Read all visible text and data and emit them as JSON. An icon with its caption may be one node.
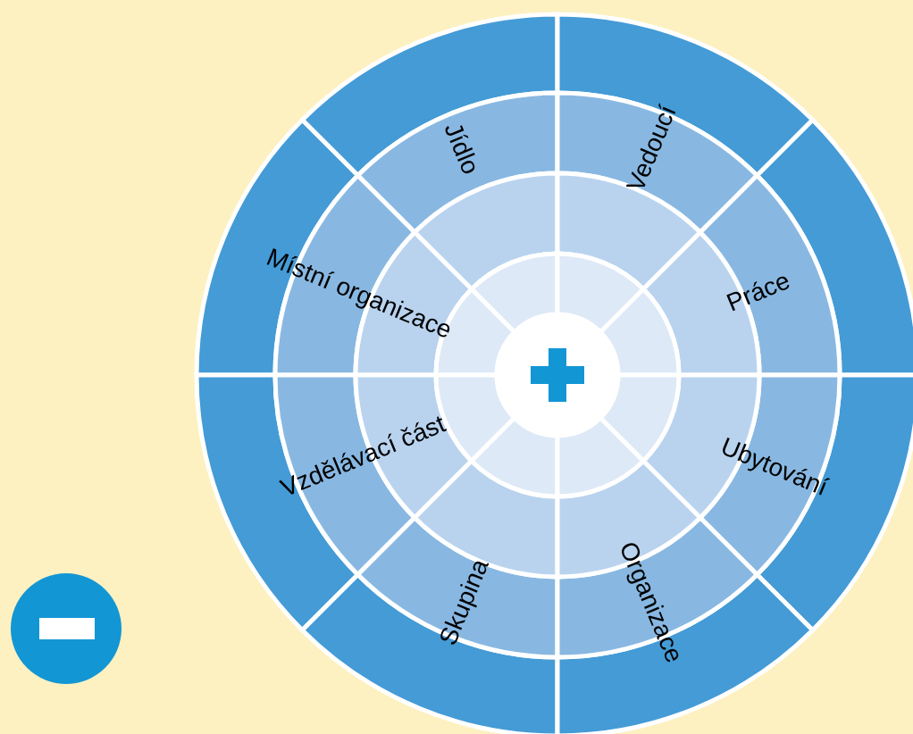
{
  "diagram": {
    "nodes": [
      {
        "text": [
          "Jídlo"
        ]
      },
      {
        "text": [
          "Vedoucí"
        ]
      },
      {
        "text": [
          "Místní organizace"
        ]
      },
      {
        "text": [
          "Práce"
        ]
      },
      {
        "text": [
          "Vzdělávací část"
        ]
      },
      {
        "text": [
          "Ubytování"
        ]
      },
      {
        "text": [
          "Skupina"
        ]
      },
      {
        "text": [
          "Organizace"
        ]
      }
    ]
  }
}
